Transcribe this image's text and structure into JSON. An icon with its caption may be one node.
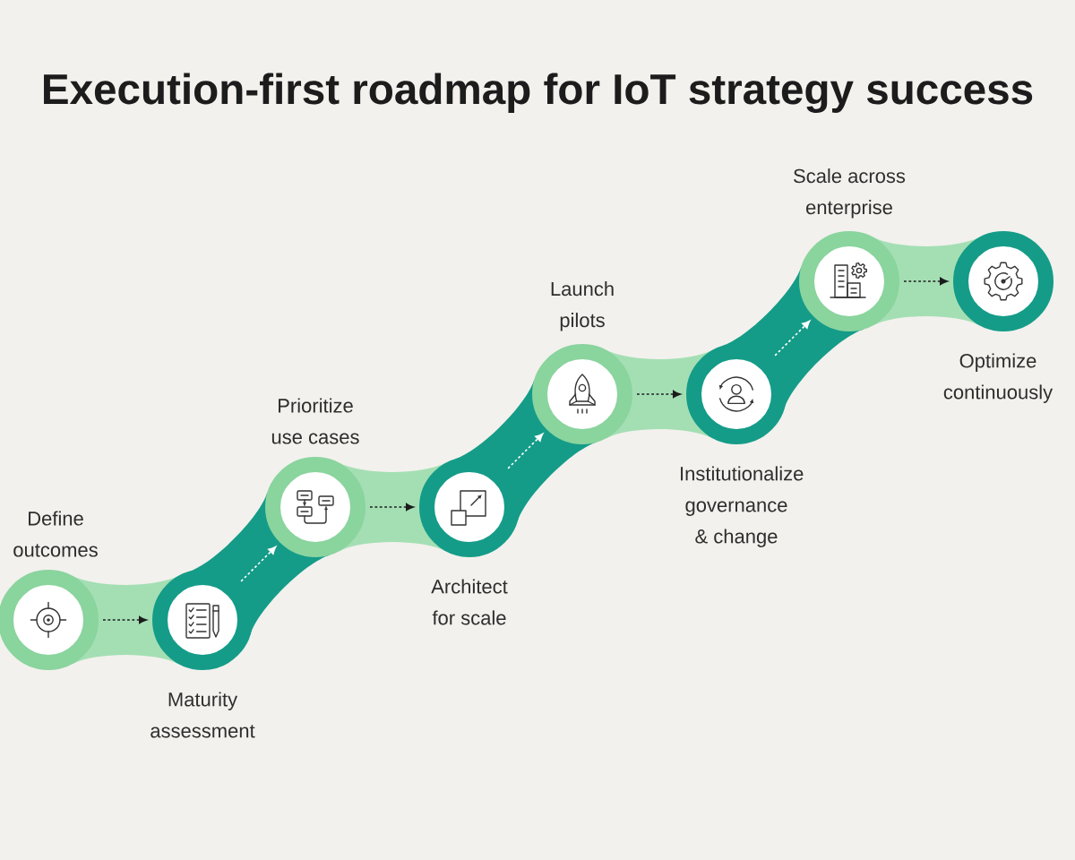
{
  "diagram": {
    "title": "Execution-first roadmap for IoT strategy success",
    "nodes": [
      {
        "text": [
          "Define outcomes"
        ]
      },
      {
        "text": [
          "Maturity assessment"
        ]
      },
      {
        "text": [
          "Prioritize use cases"
        ]
      },
      {
        "text": [
          "Architect for scale"
        ]
      },
      {
        "text": [
          "Launch pilots"
        ]
      },
      {
        "text": [
          "Institutionalize governance & change"
        ]
      },
      {
        "text": [
          "Scale across enterprise"
        ]
      },
      {
        "text": [
          "Optimize continuously"
        ]
      }
    ],
    "edges": [
      {
        "from": 0,
        "to": 1,
        "arrow": "to",
        "style": "dashed"
      },
      {
        "from": 1,
        "to": 2,
        "arrow": "to",
        "style": "dashed",
        "color": "#ffffff"
      },
      {
        "from": 2,
        "to": 3,
        "arrow": "to",
        "style": "dashed"
      },
      {
        "from": 3,
        "to": 4,
        "arrow": "to",
        "style": "dashed",
        "color": "#ffffff"
      },
      {
        "from": 4,
        "to": 5,
        "arrow": "to",
        "style": "dashed"
      },
      {
        "from": 5,
        "to": 6,
        "arrow": "to",
        "style": "dashed",
        "color": "#ffffff"
      },
      {
        "from": 6,
        "to": 7,
        "arrow": "to",
        "style": "dashed"
      }
    ]
  }
}
